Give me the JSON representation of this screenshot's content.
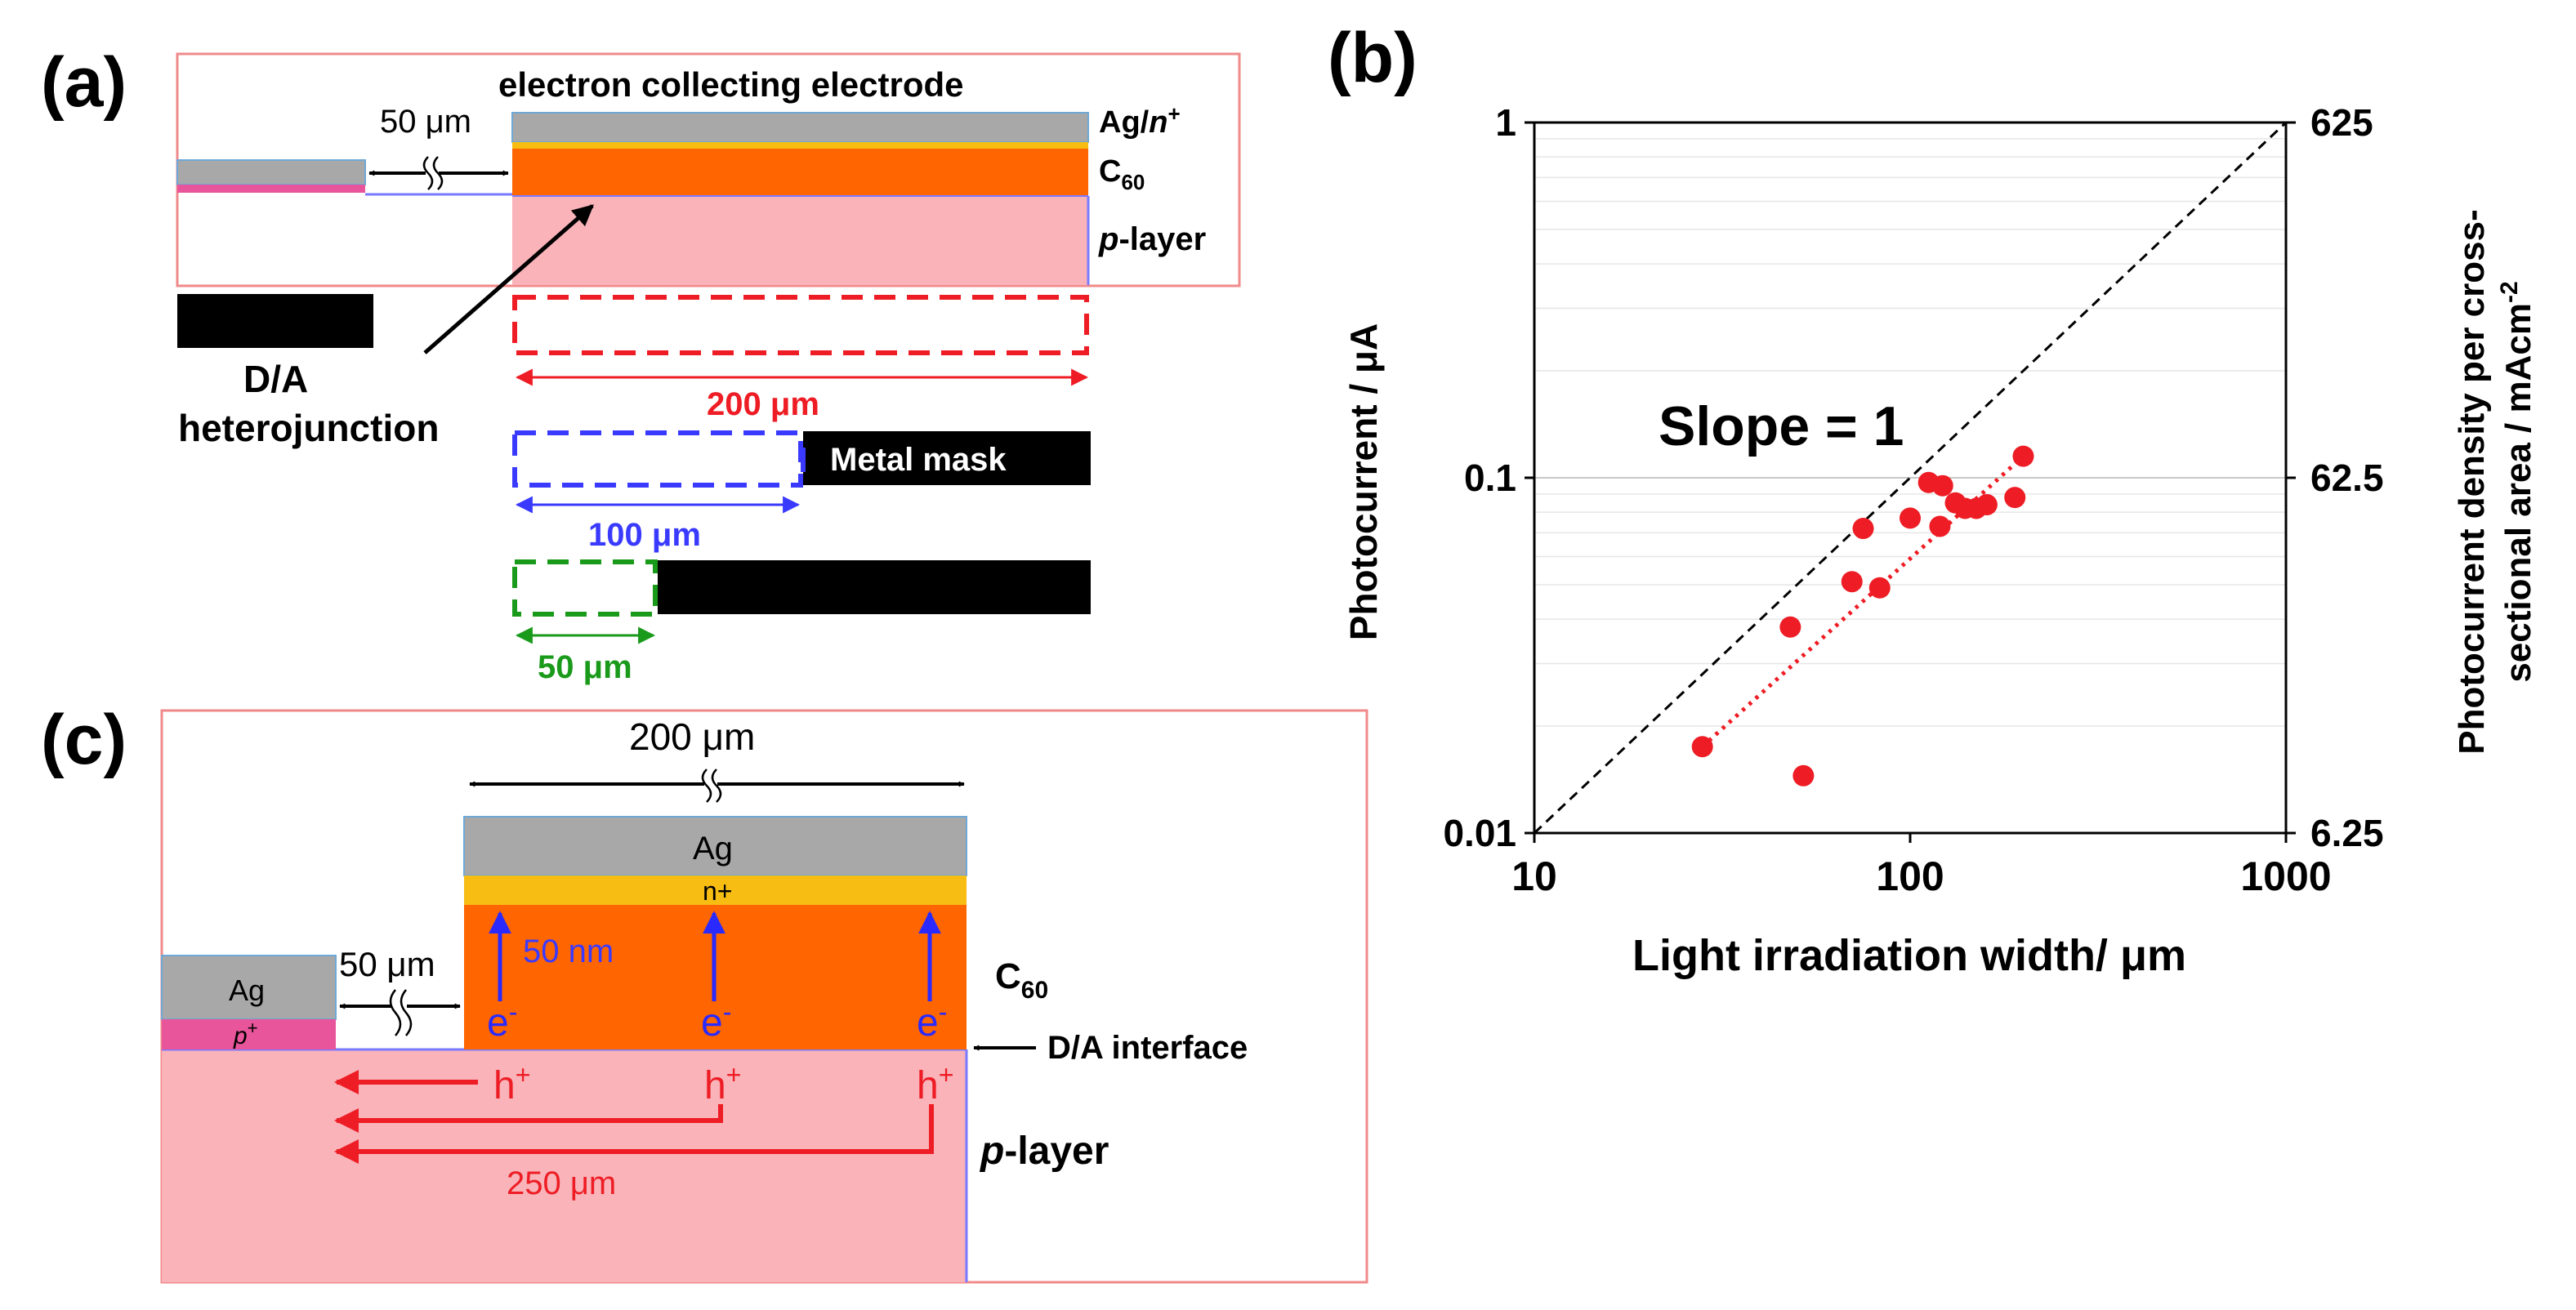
{
  "panel_a": {
    "label": "(a)",
    "electrode_label": "electron collecting electrode",
    "gap": "50 μm",
    "layer_ag": "Ag/",
    "layer_n": "n",
    "layer_n_sup": "+",
    "layer_c60": "C",
    "layer_c60_sub": "60",
    "layer_p_italic": "p",
    "layer_p_rest": "-layer",
    "junction_line1": "D/A",
    "junction_line2": "heterojunction",
    "width_200": "200 μm",
    "width_100": "100 μm",
    "width_50": "50 μm",
    "mask": "Metal mask",
    "colors": {
      "red": "#ee1c24",
      "blue": "#3a3aff",
      "green": "#1a9a1a"
    }
  },
  "panel_c": {
    "label": "(c)",
    "width_top": "200 μm",
    "gap": "50 μm",
    "ag_left": "Ag",
    "p_plus_base": "p",
    "p_plus_sup": "+",
    "ag_right": "Ag",
    "n_plus": "n+",
    "thickness": "50 nm",
    "electron": "e",
    "electron_sup": "-",
    "hole": "h",
    "hole_sup": "+",
    "c60": "C",
    "c60_sub": "60",
    "interface": "D/A interface",
    "layer_p_italic": "p",
    "layer_p_rest": "-layer",
    "path_length": "250 μm"
  },
  "panel_b": {
    "label": "(b)",
    "slope_label": "Slope = 1",
    "ylabel": "Photocurrent / μA",
    "y2label_line1": "Photocurrent density per cross-",
    "y2label_line2": "sectional area / mAcm",
    "y2label_sup": "-2",
    "xlabel": "Light irradiation width/ μm",
    "xticks": [
      "10",
      "100",
      "1000"
    ],
    "yticks": [
      "0.01",
      "0.1",
      "1"
    ],
    "y2ticks": [
      "6.25",
      "62.5",
      "625"
    ]
  },
  "chart_data": {
    "type": "scatter",
    "xscale": "log",
    "yscale": "log",
    "xlim": [
      10,
      1000
    ],
    "ylim": [
      0.01,
      1
    ],
    "y2lim": [
      6.25,
      625
    ],
    "xlabel": "Light irradiation width/ μm",
    "ylabel": "Photocurrent / μA",
    "y2label": "Photocurrent density per cross-sectional area / mAcm-2",
    "grid": "horizontal",
    "annotation": "Slope = 1",
    "reference_line": {
      "x": [
        10,
        1000
      ],
      "y": [
        0.01,
        1
      ],
      "style": "dashed",
      "color": "#000000"
    },
    "fit_line": {
      "x": [
        28,
        200
      ],
      "y": [
        0.0175,
        0.115
      ],
      "style": "dotted",
      "color": "#ee1c24"
    },
    "series": [
      {
        "color": "#ee1c24",
        "points": [
          [
            28,
            0.0175
          ],
          [
            48,
            0.038
          ],
          [
            52,
            0.0145
          ],
          [
            70,
            0.051
          ],
          [
            75,
            0.072
          ],
          [
            83,
            0.049
          ],
          [
            100,
            0.077
          ],
          [
            112,
            0.097
          ],
          [
            120,
            0.073
          ],
          [
            122,
            0.095
          ],
          [
            132,
            0.085
          ],
          [
            140,
            0.082
          ],
          [
            150,
            0.082
          ],
          [
            160,
            0.084
          ],
          [
            190,
            0.088
          ],
          [
            200,
            0.115
          ]
        ]
      }
    ]
  }
}
